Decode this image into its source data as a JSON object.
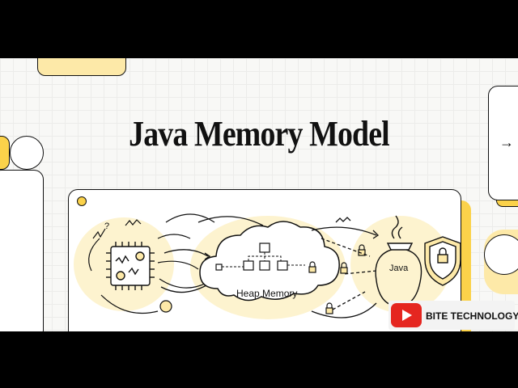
{
  "slide": {
    "title": "Java Memory Model",
    "next_arrow": "→"
  },
  "diagram": {
    "heap_label": "Heap Memory",
    "java_label": "Java",
    "cpu_icon": "cpu-chip-icon",
    "cloud_icon": "cloud-icon",
    "java_icon": "java-cup-icon",
    "shield_icon": "shield-icon",
    "lock_icon": "padlock-icon"
  },
  "badge": {
    "channel_name": "BITE TECHNOLOGY",
    "logo_icon": "youtube-icon",
    "logo_color": "#e52620"
  },
  "colors": {
    "accent_yellow": "#fbd24a",
    "light_yellow": "#fde9a8",
    "ink": "#111111"
  }
}
